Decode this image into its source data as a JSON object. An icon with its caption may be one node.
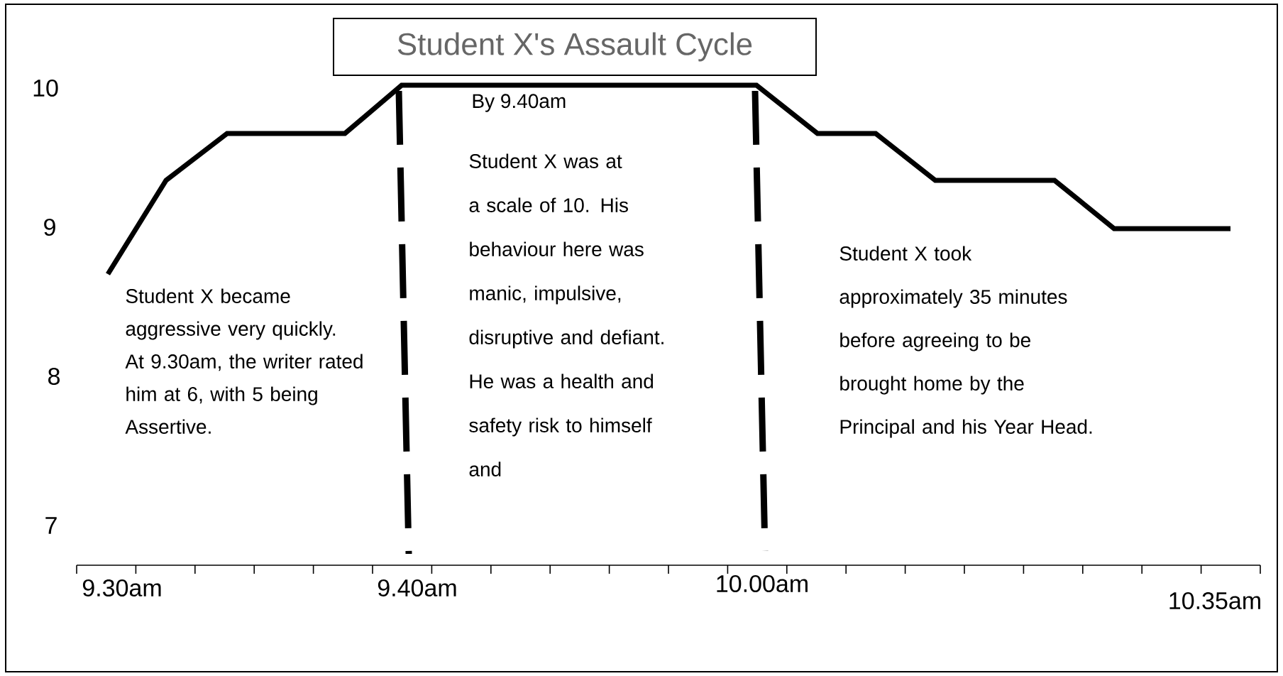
{
  "diagram": {
    "title": "Student X's Assault Cycle",
    "labels": [
      "10",
      "9",
      "8",
      "7",
      "By 9.40am",
      "Student X became aggressive very quickly. At 9.30am, the writer rated him at 6, with 5 being Assertive.",
      "Student X was at a scale of 10. His behaviour here was manic, impulsive, disruptive and defiant. He was a health and safety risk to himself and",
      "Student X took approximately 35 minutes before agreeing to be brought home by the Principal and his Year Head.",
      "9.30am",
      "9.40am",
      "10.00am",
      "10.35am"
    ]
  }
}
